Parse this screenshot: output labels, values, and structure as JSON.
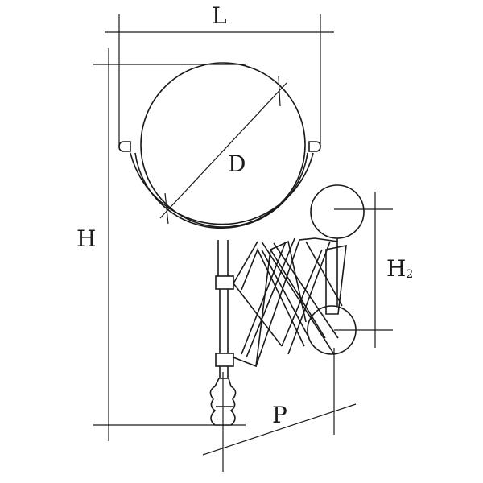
{
  "colors": {
    "stroke": "#1a1a1a",
    "background": "#ffffff"
  },
  "labels": {
    "width": "L",
    "diameter": "D",
    "height": "H",
    "head_height_main": "H",
    "head_height_sub": "2",
    "projection": "P"
  }
}
